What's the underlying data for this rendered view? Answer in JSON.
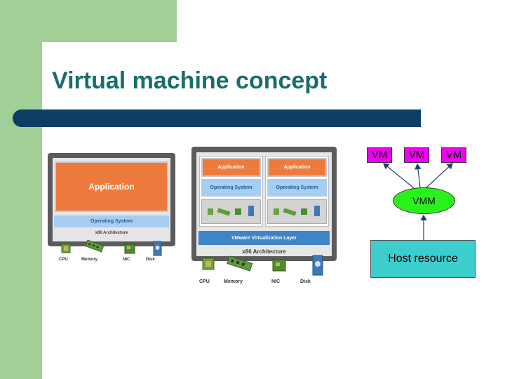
{
  "slide": {
    "title": "Virtual machine concept"
  },
  "diagram_native": {
    "application": "Application",
    "operating_system": "Operating System",
    "architecture": "x86 Architecture",
    "hardware": [
      "CPU",
      "Memory",
      "NIC",
      "Disk"
    ]
  },
  "diagram_virtualized": {
    "vm_left": {
      "application": "Application",
      "operating_system": "Operating System"
    },
    "vm_right": {
      "application": "Application",
      "operating_system": "Operating System"
    },
    "virtualization_layer": "VMware Virtualization Layer",
    "architecture": "x86 Architecture",
    "hardware": [
      "CPU",
      "Memory",
      "NIC",
      "Disk"
    ]
  },
  "vmm_diagram": {
    "vms": [
      "VM",
      "VM",
      "VM"
    ],
    "vmm": "VMM",
    "host": "Host resource",
    "colors": {
      "vm": "#f000f0",
      "vmm": "#29f21b",
      "host": "#3ccdcd"
    }
  },
  "colors": {
    "sidebar": "#a0cf98",
    "title": "#1a6e6a",
    "title_bar": "#0c3d63",
    "application": "#ee7b3d",
    "operating_system": "#a7cdef",
    "virtualization_layer": "#3f84c8"
  }
}
